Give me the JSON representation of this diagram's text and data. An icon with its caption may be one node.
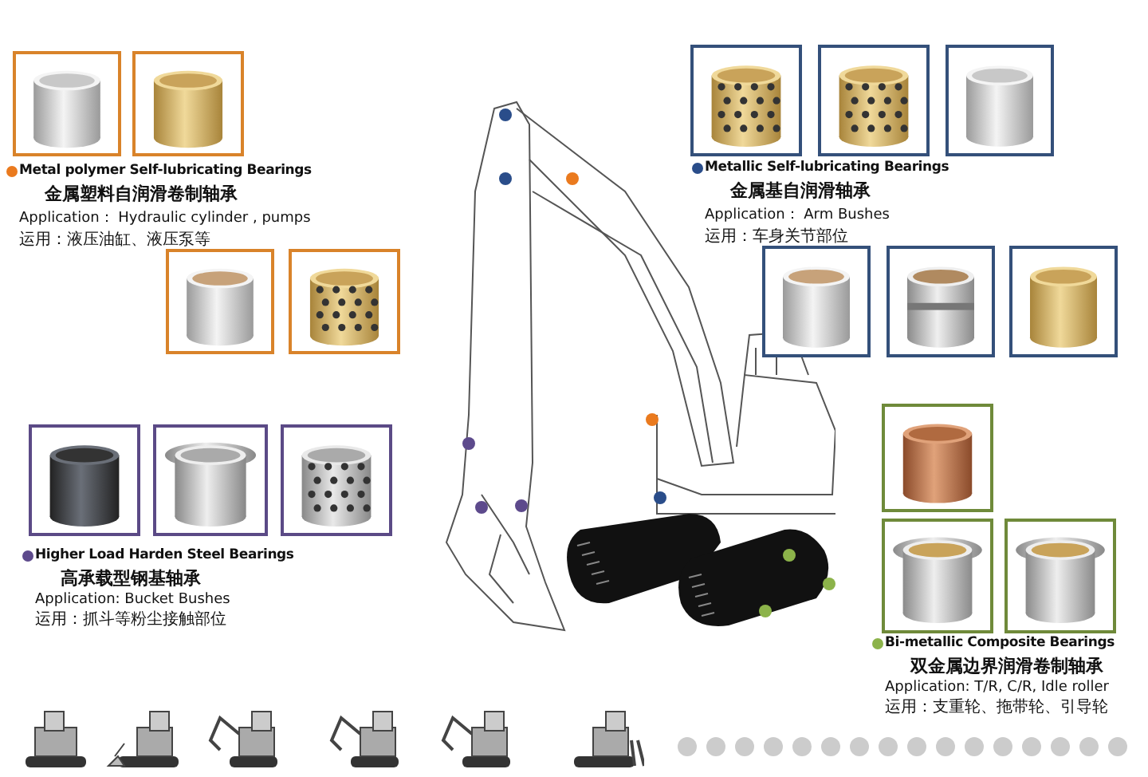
{
  "diagram": {
    "nodes": [
      {
        "text": [],
        "shape": "picture"
      },
      {
        "text": [],
        "shape": "picture"
      },
      {
        "text": [
          "Metal polymer Self-lubricating  Bearings",
          "金属塑料自润滑卷制轴承",
          "Application： Hydraulic cylinder , pumps",
          "运用：液压油缸、液压泵等"
        ]
      },
      {
        "text": [],
        "shape": "picture"
      },
      {
        "text": [],
        "shape": "picture"
      },
      {
        "text": [],
        "shape": "picture"
      },
      {
        "text": [],
        "shape": "picture"
      },
      {
        "text": [],
        "shape": "picture"
      },
      {
        "text": [
          "Metallic Self-lubricating  Bearings",
          "金属基自润滑轴承",
          "Application： Arm Bushes",
          "运用：车身关节部位"
        ]
      },
      {
        "text": [],
        "shape": "picture"
      },
      {
        "text": [],
        "shape": "picture"
      },
      {
        "text": [],
        "shape": "picture"
      },
      {
        "text": [],
        "shape": "picture"
      },
      {
        "text": [],
        "shape": "picture"
      },
      {
        "text": [],
        "shape": "picture"
      },
      {
        "text": [
          "Higher Load  Harden Steel Bearings",
          "高承载型钢基轴承",
          "Application: Bucket Bushes",
          "运用：抓斗等粉尘接触部位"
        ]
      },
      {
        "text": [],
        "shape": "picture"
      },
      {
        "text": [],
        "shape": "picture"
      },
      {
        "text": [],
        "shape": "picture"
      },
      {
        "text": [
          "Bi-metallic Composite Bearings",
          "双金属边界润滑卷制轴承",
          "Application: T/R, C/R, Idle roller",
          "运用：支重轮、拖带轮、引导轮"
        ]
      }
    ]
  }
}
